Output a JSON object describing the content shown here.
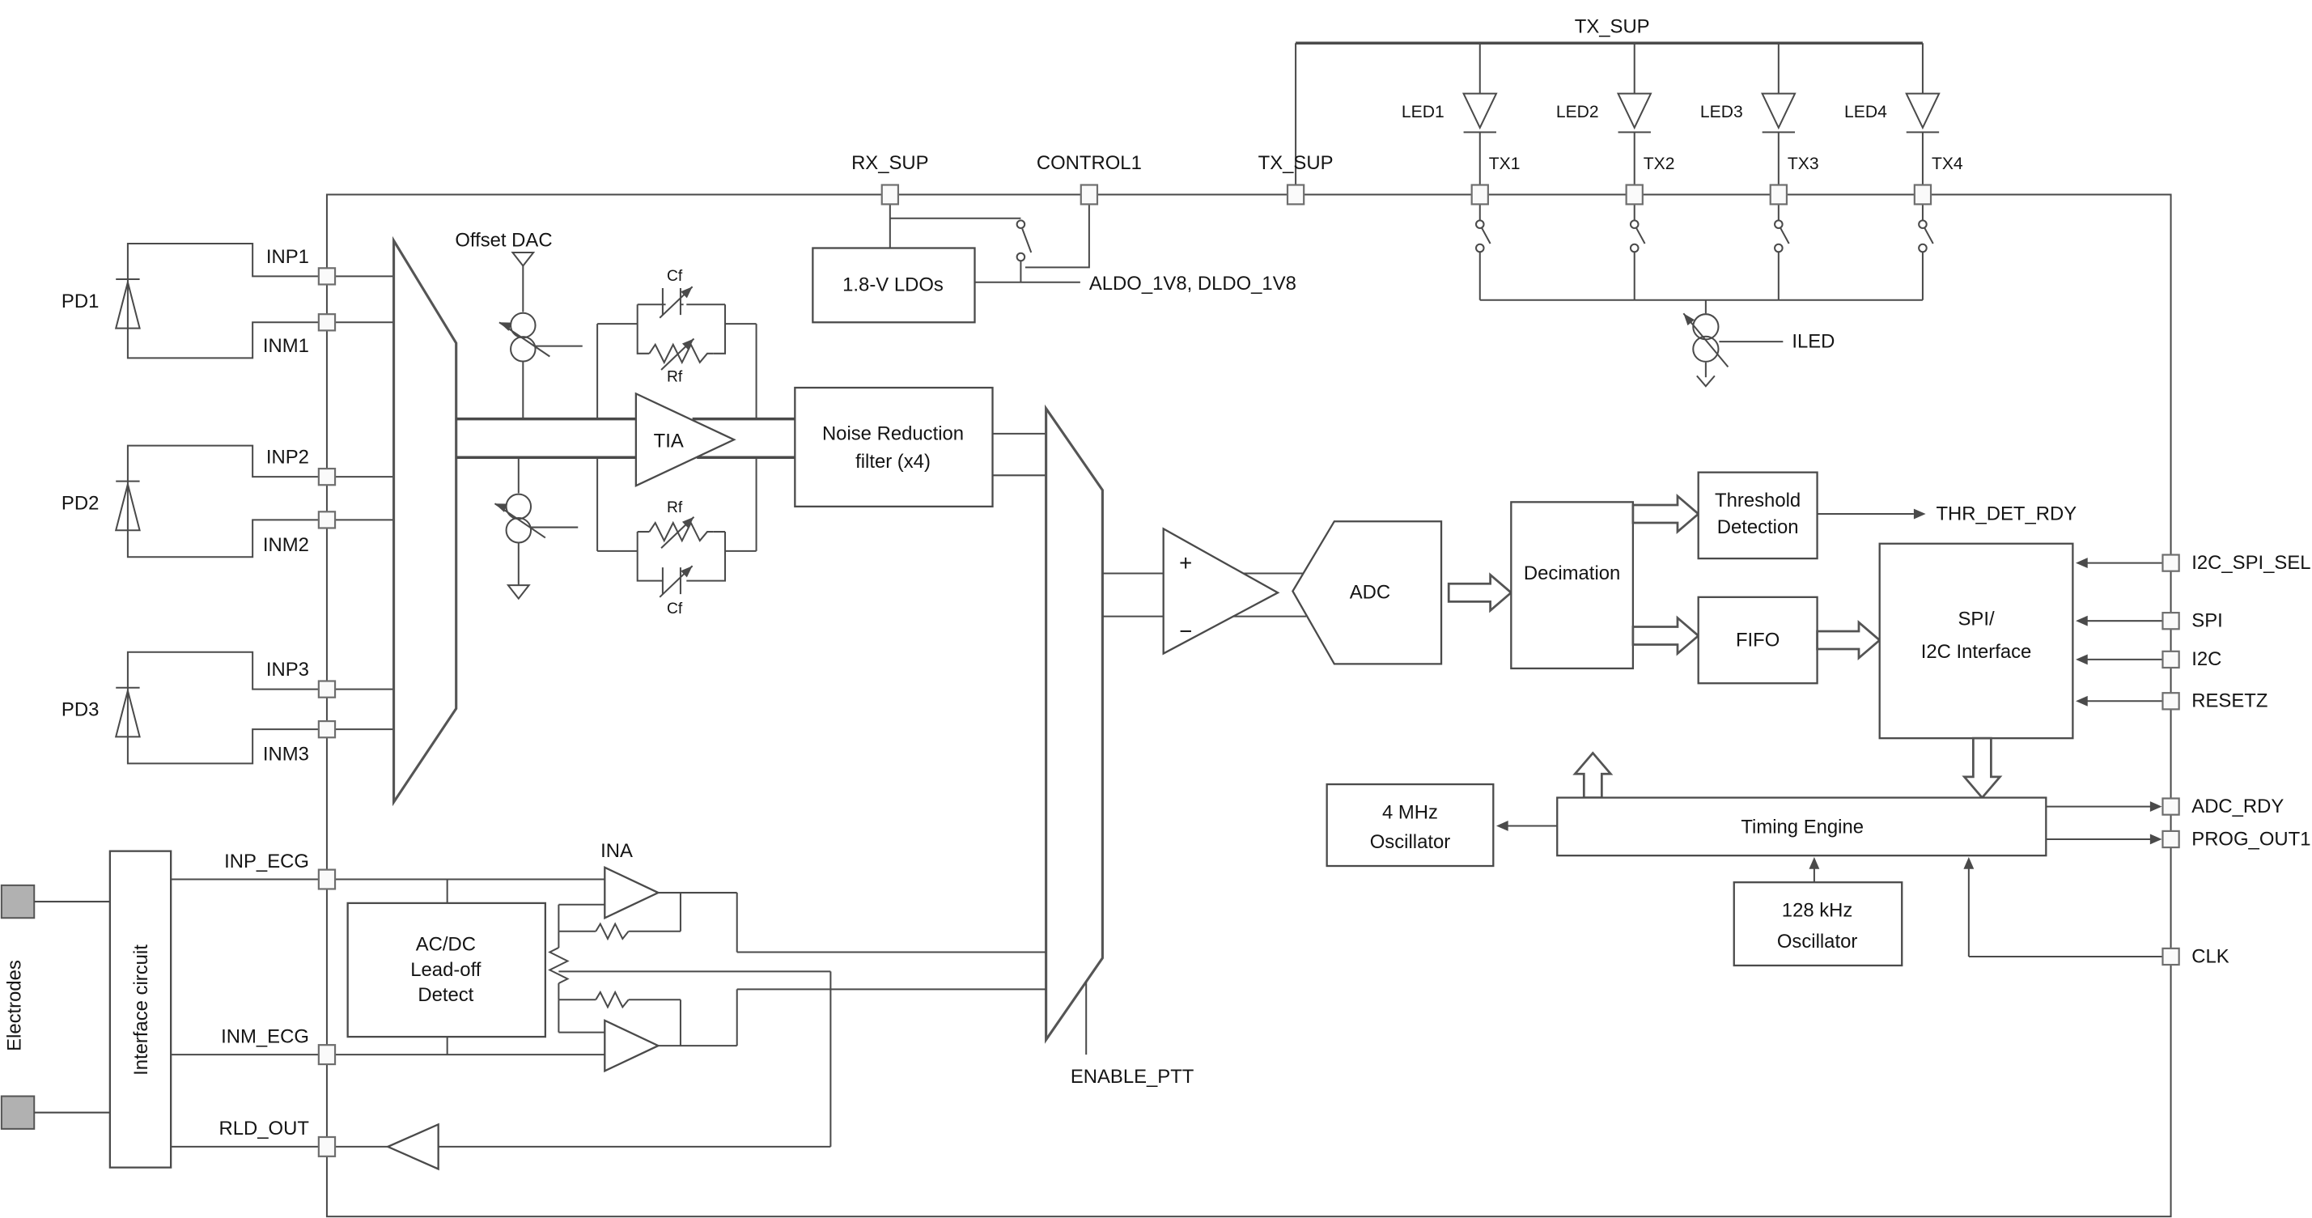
{
  "top": {
    "rx_sup": "RX_SUP",
    "control1": "CONTROL1",
    "tx_sup_pin": "TX_SUP",
    "tx_sup_rail": "TX_SUP",
    "tx1": "TX1",
    "tx2": "TX2",
    "tx3": "TX3",
    "tx4": "TX4",
    "led1": "LED1",
    "led2": "LED2",
    "led3": "LED3",
    "led4": "LED4",
    "ldo": "1.8-V LDOs",
    "aldo": "ALDO_1V8, DLDO_1V8",
    "iled": "ILED"
  },
  "left": {
    "pd1": "PD1",
    "pd2": "PD2",
    "pd3": "PD3",
    "inp1": "INP1",
    "inm1": "INM1",
    "inp2": "INP2",
    "inm2": "INM2",
    "inp3": "INP3",
    "inm3": "INM3"
  },
  "rx": {
    "offset_dac": "Offset DAC",
    "cf_top": "Cf",
    "rf_top": "Rf",
    "rf_bottom": "Rf",
    "cf_bottom": "Cf",
    "tia": "TIA",
    "nr_line1": "Noise Reduction",
    "nr_line2": "filter (x4)",
    "plus": "+",
    "minus": "−",
    "adc": "ADC",
    "enable_ptt": "ENABLE_PTT"
  },
  "digital": {
    "decimation": "Decimation",
    "thr_line1": "Threshold",
    "thr_line2": "Detection",
    "thr_det_rdy": "THR_DET_RDY",
    "fifo": "FIFO",
    "spi_line1": "SPI/",
    "spi_line2": "I2C Interface",
    "timing": "Timing Engine",
    "osc4_line1": "4 MHz",
    "osc4_line2": "Oscillator",
    "osc128_line1": "128 kHz",
    "osc128_line2": "Oscillator"
  },
  "right": {
    "i2c_spi_sel": "I2C_SPI_SEL",
    "spi": "SPI",
    "i2c": "I2C",
    "resetz": "RESETZ",
    "adc_rdy": "ADC_RDY",
    "prog_out1": "PROG_OUT1",
    "clk": "CLK"
  },
  "ecg": {
    "electrodes": "Electrodes",
    "interface": "Interface circuit",
    "inp_ecg": "INP_ECG",
    "inm_ecg": "INM_ECG",
    "rld_out": "RLD_OUT",
    "acdc_line1": "AC/DC",
    "acdc_line2": "Lead-off",
    "acdc_line3": "Detect",
    "ina": "INA"
  },
  "colors": {
    "line": "#4a4a4a",
    "text": "#141414",
    "electrode_fill": "#b1b1b1",
    "pin_fill": "#fafafa",
    "background": "#ffffff"
  }
}
